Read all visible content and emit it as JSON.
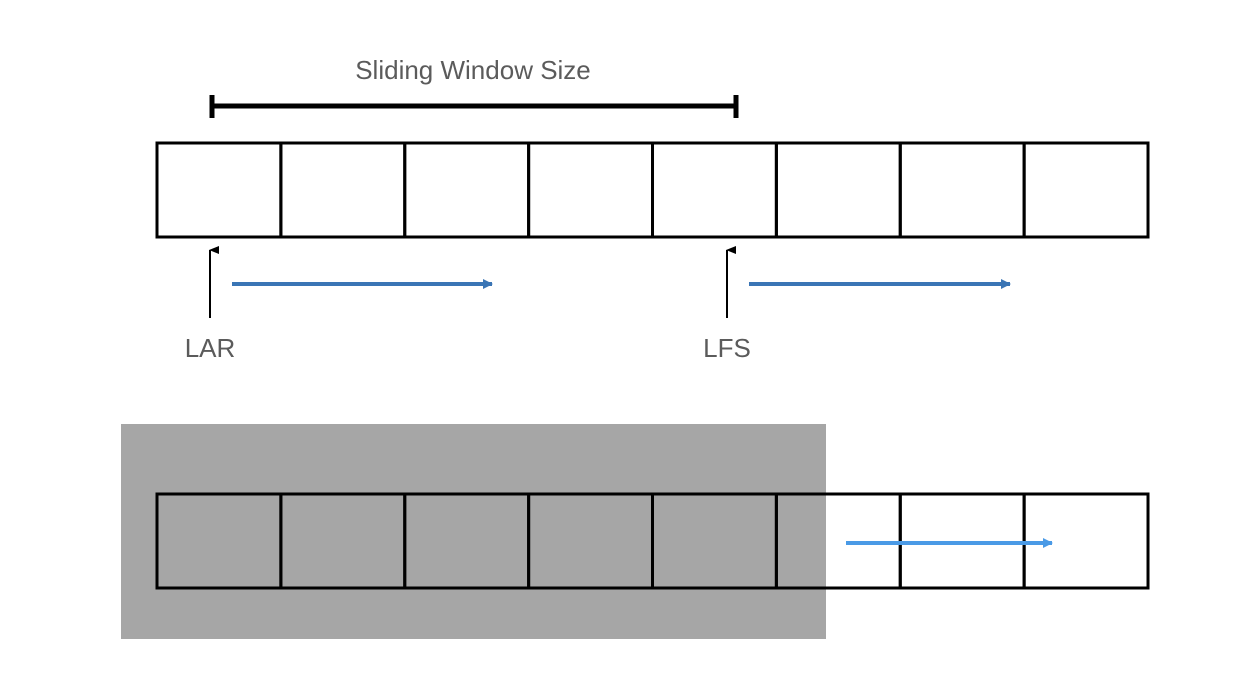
{
  "labels": {
    "window_size": "Sliding Window Size",
    "lar": "LAR",
    "lfs": "LFS"
  },
  "frames": {
    "top_row_count": 8,
    "bottom_row_count": 8,
    "bottom_shaded_count": 5
  },
  "colors": {
    "cell_border": "#000000",
    "arrow_dark_blue": "#3a75b5",
    "arrow_light_blue": "#4a9ae6",
    "pointer_arrow": "#000000",
    "shaded_region": "#a6a6a6",
    "label_text": "#5b5b5b"
  }
}
